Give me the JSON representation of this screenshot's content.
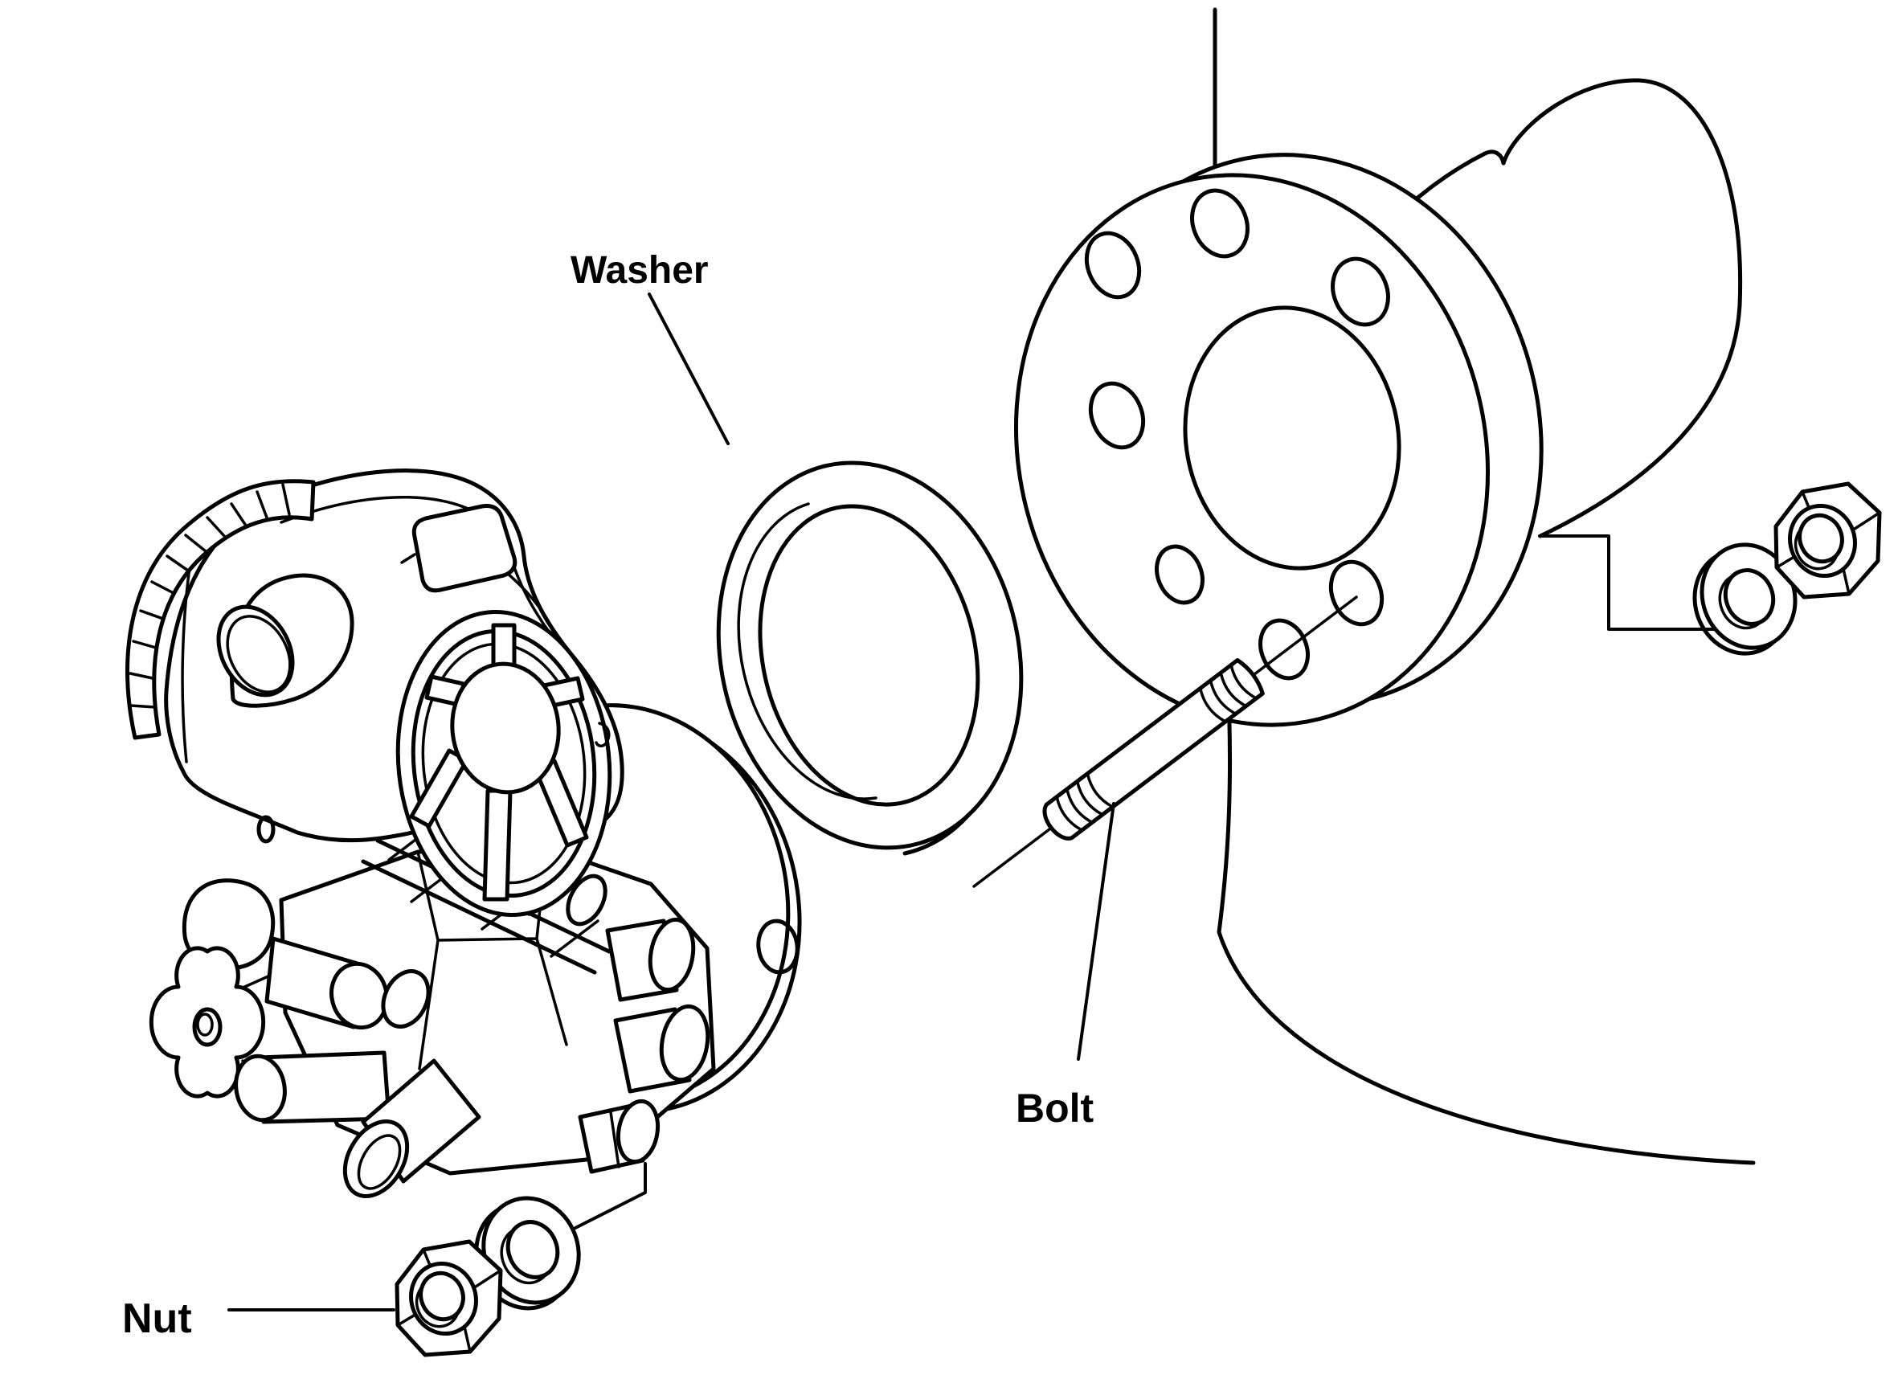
{
  "diagram": {
    "type": "exploded-assembly-illustration",
    "background_color": "#ffffff",
    "line_color": "#000000",
    "labels": {
      "washer": "Washer",
      "bolt": "Bolt",
      "nut": "Nut"
    }
  }
}
